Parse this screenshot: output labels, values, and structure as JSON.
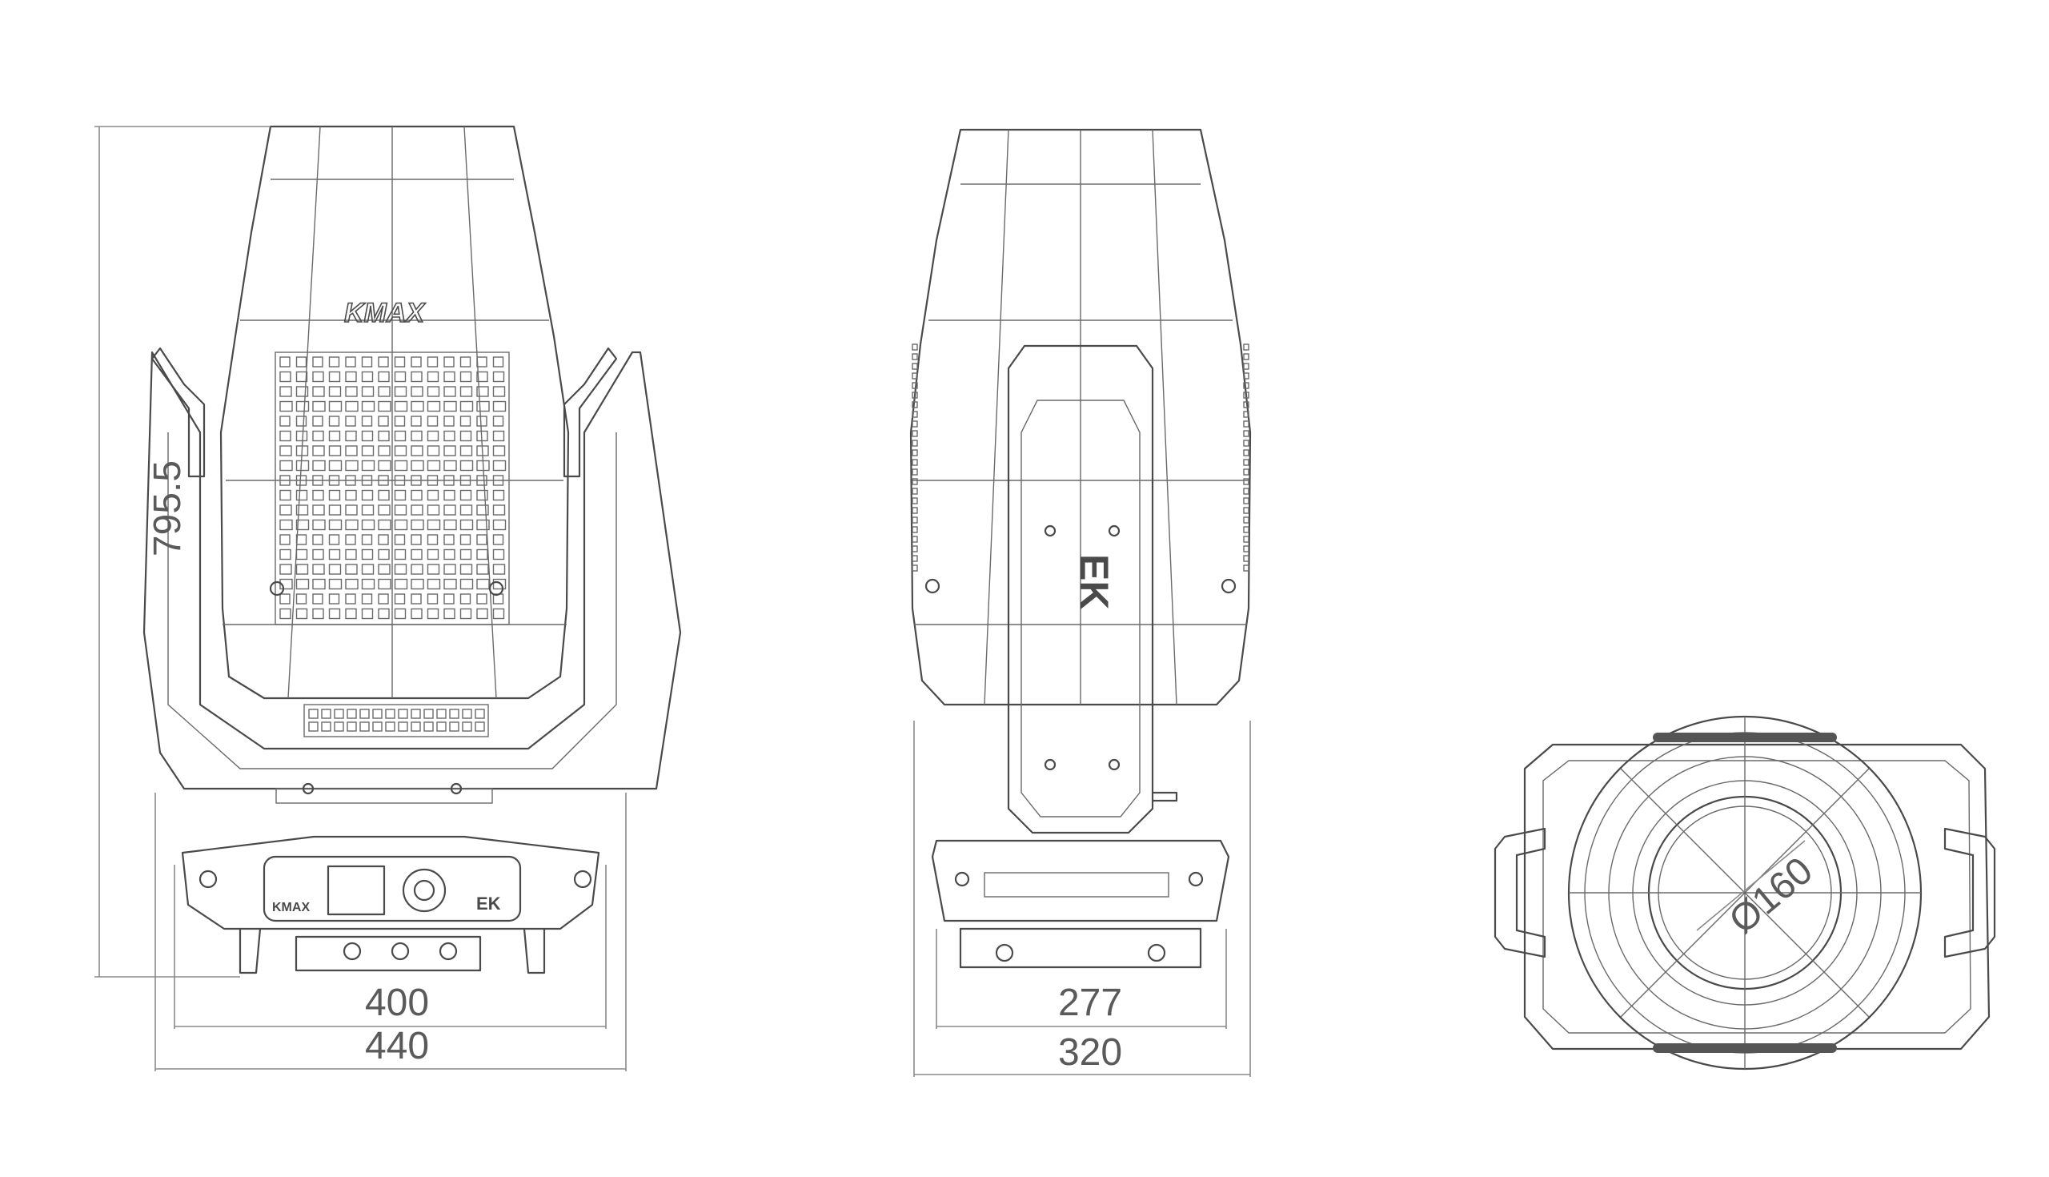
{
  "views": {
    "front": {
      "brand_label": "KMAX",
      "base_brand": "KMAX",
      "base_logo": "EK",
      "dimensions": {
        "height": "795.5",
        "base_width": "400",
        "total_width": "440"
      }
    },
    "side": {
      "arm_logo": "EK",
      "dimensions": {
        "base_width": "277",
        "total_width": "320"
      }
    },
    "top": {
      "dimensions": {
        "lens_diameter": "Ø160"
      }
    }
  },
  "colors": {
    "line": "#4a4a4a",
    "dimension": "#8a8a8a",
    "background": "#ffffff"
  }
}
